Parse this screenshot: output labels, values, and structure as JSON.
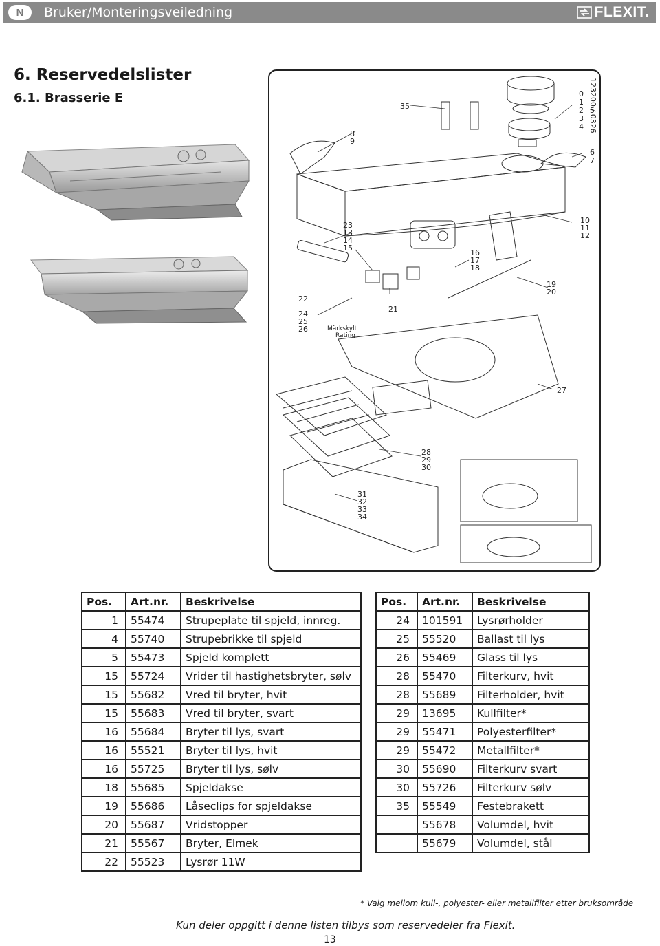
{
  "header": {
    "lang": "N",
    "title": "Bruker/Monteringsveiledning",
    "brand": "FLEXIT."
  },
  "section": {
    "number_title": "6.  Reservedelslister",
    "sub_title": "6.1.  Brasserie E"
  },
  "drawing": {
    "code": "123200 / 0326",
    "rating_label_1": "Märkskylt",
    "rating_label_2": "Rating",
    "callouts": {
      "c35": "35",
      "c8": "8",
      "c9": "9",
      "c0": "0",
      "c1": "1",
      "c2": "2",
      "c3": "3",
      "c4": "4",
      "c5": "5",
      "c6": "6",
      "c7": "7",
      "c10": "10",
      "c11": "11",
      "c12": "12",
      "c23": "23",
      "c13": "13",
      "c14": "14",
      "c15": "15",
      "c16": "16",
      "c17": "17",
      "c18": "18",
      "c19": "19",
      "c20": "20",
      "c22": "22",
      "c21": "21",
      "c24": "24",
      "c25": "25",
      "c26": "26",
      "c27": "27",
      "c28": "28",
      "c29": "29",
      "c30": "30",
      "c31": "31",
      "c32": "32",
      "c33": "33",
      "c34": "34"
    }
  },
  "table_left": {
    "headers": [
      "Pos.",
      "Art.nr.",
      "Beskrivelse"
    ],
    "rows": [
      [
        "1",
        "55474",
        "Strupeplate til spjeld, innreg."
      ],
      [
        "4",
        "55740",
        "Strupebrikke til spjeld"
      ],
      [
        "5",
        "55473",
        "Spjeld komplett"
      ],
      [
        "15",
        "55724",
        "Vrider til hastighetsbryter, sølv"
      ],
      [
        "15",
        "55682",
        "Vred til bryter, hvit"
      ],
      [
        "15",
        "55683",
        "Vred til bryter, svart"
      ],
      [
        "16",
        "55684",
        "Bryter til lys, svart"
      ],
      [
        "16",
        "55521",
        "Bryter til lys, hvit"
      ],
      [
        "16",
        "55725",
        "Bryter til lys, sølv"
      ],
      [
        "18",
        "55685",
        "Spjeldakse"
      ],
      [
        "19",
        "55686",
        "Låseclips for spjeldakse"
      ],
      [
        "20",
        "55687",
        "Vridstopper"
      ],
      [
        "21",
        "55567",
        "Bryter, Elmek"
      ],
      [
        "22",
        "55523",
        "Lysrør 11W"
      ]
    ]
  },
  "table_right": {
    "headers": [
      "Pos.",
      "Art.nr.",
      "Beskrivelse"
    ],
    "rows": [
      [
        "24",
        "101591",
        "Lysrørholder"
      ],
      [
        "25",
        "55520",
        "Ballast til lys"
      ],
      [
        "26",
        "55469",
        "Glass til lys"
      ],
      [
        "28",
        "55470",
        "Filterkurv, hvit"
      ],
      [
        "28",
        "55689",
        "Filterholder, hvit"
      ],
      [
        "29",
        "13695",
        "Kullfilter*"
      ],
      [
        "29",
        "55471",
        "Polyesterfilter*"
      ],
      [
        "29",
        "55472",
        "Metallfilter*"
      ],
      [
        "30",
        "55690",
        "Filterkurv svart"
      ],
      [
        "30",
        "55726",
        "Filterkurv sølv"
      ],
      [
        "35",
        "55549",
        "Festebrakett"
      ],
      [
        "",
        "55678",
        "Volumdel, hvit"
      ],
      [
        "",
        "55679",
        "Volumdel, stål"
      ]
    ]
  },
  "footnote": "* Valg mellom kull-, polyester- eller metallfilter etter bruksområde",
  "bottom_note": "Kun deler oppgitt i denne listen tilbys som reservedeler fra Flexit.",
  "page_number": "13",
  "colors": {
    "header_bg": "#8a8a8a",
    "text": "#1a1a1a",
    "line": "#222222"
  }
}
